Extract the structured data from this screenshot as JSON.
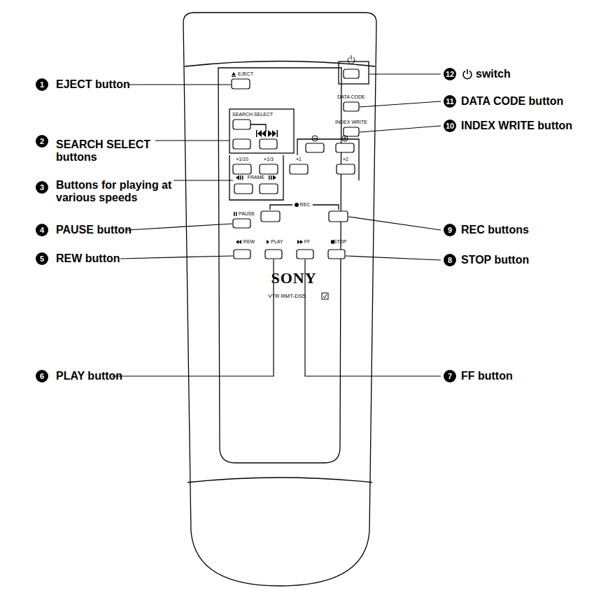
{
  "diagram": {
    "labels": [
      "1",
      "EJECT button",
      "2",
      "SEARCH SELECT buttons",
      "3",
      "Buttons for playing at various speeds",
      "4",
      "PAUSE button",
      "5",
      "REW button",
      "6",
      "PLAY button",
      "12",
      "switch",
      "11",
      "DATA CODE button",
      "10",
      "INDEX WRITE button",
      "9",
      "REC buttons",
      "8",
      "STOP button",
      "7",
      "FF button",
      "EJECT",
      "DATA CODE",
      "INDEX WRITE",
      "SEARCH SELECT",
      "×1/10",
      "×1/3",
      "×1",
      "×2",
      "FRAME",
      "PAUSE",
      "REC",
      "REW",
      "PLAY",
      "FF",
      "STOP",
      "SONY",
      "VTR RMT-DS5"
    ]
  }
}
